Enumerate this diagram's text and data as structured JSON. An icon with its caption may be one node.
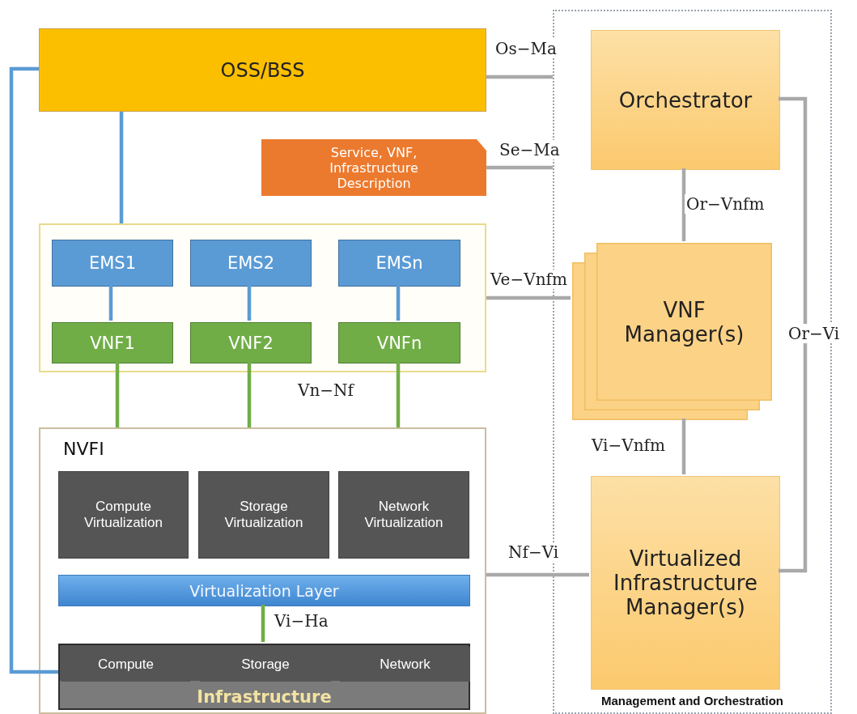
{
  "diagram": {
    "nodes": [
      {
        "text": [
          "Management and Orchestration"
        ]
      },
      {
        "text": [
          "OSS/BSS"
        ]
      },
      {
        "text": [
          "Service, VNF, Infrastructure Description"
        ]
      },
      {
        "text": [],
        "shape": "box"
      },
      {
        "text": [
          "EMS1"
        ],
        "in": 3
      },
      {
        "text": [
          "EMS2"
        ],
        "in": 3
      },
      {
        "text": [
          "EMSn"
        ],
        "in": 3
      },
      {
        "text": [
          "VNF1"
        ],
        "in": 3
      },
      {
        "text": [
          "VNF2"
        ],
        "in": 3
      },
      {
        "text": [
          "VNFn"
        ],
        "in": 3
      },
      {
        "text": [
          "NVFI"
        ]
      },
      {
        "text": [
          "Compute Virtualization"
        ],
        "in": 10
      },
      {
        "text": [
          "Storage Virtualization"
        ],
        "in": 10
      },
      {
        "text": [
          "Network Virtualization"
        ],
        "in": 10
      },
      {
        "text": [
          "Virtualization Layer"
        ],
        "in": 10
      },
      {
        "text": [
          "Infrastructure"
        ],
        "in": 10
      },
      {
        "text": [
          "Compute"
        ],
        "in": 15
      },
      {
        "text": [
          "Storage"
        ],
        "in": 15
      },
      {
        "text": [
          "Network"
        ],
        "in": 15
      },
      {
        "text": [
          "Orchestrator"
        ],
        "in": 0
      },
      {
        "text": [
          "VNF Manager(s)"
        ],
        "in": 0
      },
      {
        "text": [
          "Virtualized Infrastructure Manager(s)"
        ],
        "in": 0
      }
    ],
    "edges": [
      {
        "from": 1,
        "to": 0,
        "arrow": "none",
        "label": "Os−Ma"
      },
      {
        "from": 2,
        "to": 0,
        "arrow": "none",
        "label": "Se−Ma"
      },
      {
        "from": 1,
        "to": 3,
        "arrow": "none",
        "color": "#5b9bd5"
      },
      {
        "from": 1,
        "to": 16,
        "arrow": "none",
        "color": "#5b9bd5"
      },
      {
        "from": 4,
        "to": 7,
        "arrow": "none",
        "color": "#5b9bd5"
      },
      {
        "from": 5,
        "to": 8,
        "arrow": "none",
        "color": "#5b9bd5"
      },
      {
        "from": 6,
        "to": 9,
        "arrow": "none",
        "color": "#5b9bd5"
      },
      {
        "from": 7,
        "to": 10,
        "arrow": "none",
        "color": "#70ad47"
      },
      {
        "from": 8,
        "to": 10,
        "arrow": "none",
        "color": "#70ad47"
      },
      {
        "from": 9,
        "to": 10,
        "arrow": "none",
        "color": "#70ad47"
      },
      {
        "from": 3,
        "to": 20,
        "arrow": "none",
        "label": "Ve−Vnfm"
      },
      {
        "from": 19,
        "to": 20,
        "arrow": "none",
        "label": "Or−Vnfm"
      },
      {
        "from": 20,
        "to": 21,
        "arrow": "none",
        "label": "Vi−Vnfm"
      },
      {
        "from": 19,
        "to": 21,
        "arrow": "none",
        "label": "Or−Vi"
      },
      {
        "from": 10,
        "to": 21,
        "arrow": "none",
        "label": "Nf−Vi"
      },
      {
        "from": 14,
        "to": 15,
        "arrow": "none",
        "label": "Vi−Ha",
        "color": "#70ad47"
      }
    ],
    "labels": [
      "Vn−Nf"
    ]
  }
}
